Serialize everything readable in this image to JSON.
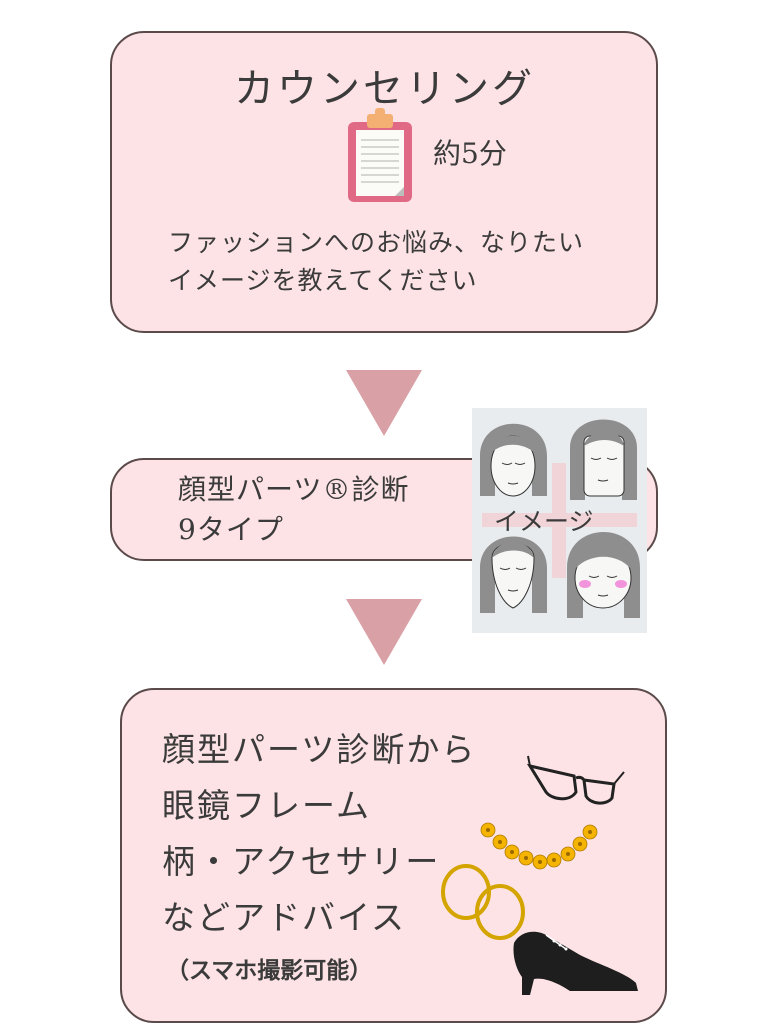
{
  "step1": {
    "title": "カウンセリング",
    "duration": "約5分",
    "description_lines": [
      "ファッションへのお悩み、なりたい",
      "イメージを教えてください"
    ],
    "icon": "clipboard-icon"
  },
  "step2": {
    "title_lines": [
      "顔型パーツ®診断",
      "9タイプ"
    ],
    "image_label": "イメージ",
    "image_icon": "face-types-illustration"
  },
  "step3": {
    "lines": [
      "顔型パーツ診断から",
      "眼鏡フレーム",
      "柄・アクセサリー",
      "などアドバイス"
    ],
    "note": "（スマホ撮影可能）",
    "icons": [
      "glasses-icon",
      "flower-necklace-icon",
      "hoop-earrings-icon",
      "shoe-icon"
    ]
  },
  "colors": {
    "box_fill": "#fde3e6",
    "box_border": "#5b4a4a",
    "arrow": "#d9a1a6",
    "text": "#3b3b3b"
  }
}
